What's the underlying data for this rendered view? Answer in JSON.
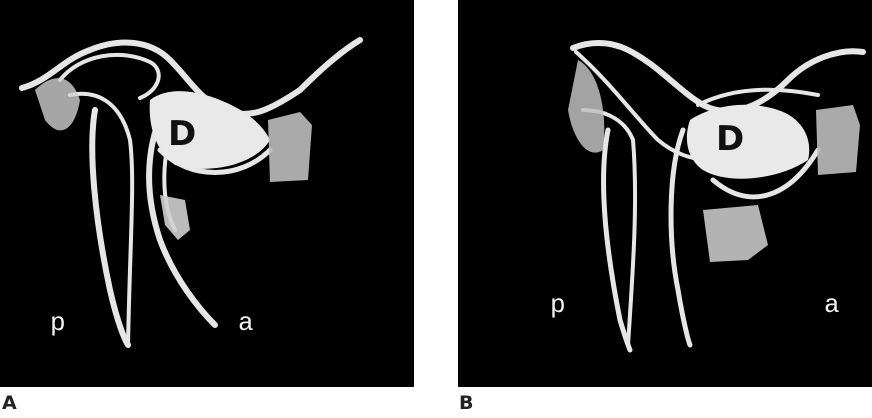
{
  "figure": {
    "panels": [
      {
        "panel_label": "A",
        "disc_label": "D",
        "posterior_label": "p",
        "anterior_label": "a"
      },
      {
        "panel_label": "B",
        "disc_label": "D",
        "posterior_label": "p",
        "anterior_label": "a"
      }
    ]
  },
  "colors": {
    "background": "#000000",
    "structure": "#e8e8e8",
    "page": "#ffffff"
  }
}
